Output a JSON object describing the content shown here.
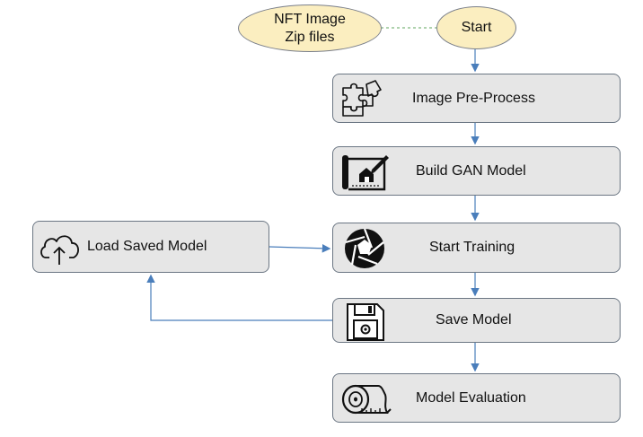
{
  "start_inputs": {
    "nft_zip_label_line1": "NFT Image",
    "nft_zip_label_line2": "Zip files",
    "start_label": "Start"
  },
  "steps": {
    "image_preprocess": "Image Pre-Process",
    "build_gan_model": "Build GAN Model",
    "start_training": "Start Training",
    "save_model": "Save Model",
    "model_evaluation": "Model Evaluation",
    "load_saved_model": "Load Saved Model"
  },
  "icons": {
    "image_preprocess": "puzzle-icon",
    "build_gan_model": "blueprint-icon",
    "start_training": "aperture-icon",
    "save_model": "floppy-disk-icon",
    "model_evaluation": "measuring-tape-icon",
    "load_saved_model": "cloud-upload-icon"
  },
  "colors": {
    "ellipse_fill": "#fbeec0",
    "box_fill": "#e6e6e6",
    "arrow": "#4a7ebb",
    "dashed_connector": "#7fb77e"
  }
}
